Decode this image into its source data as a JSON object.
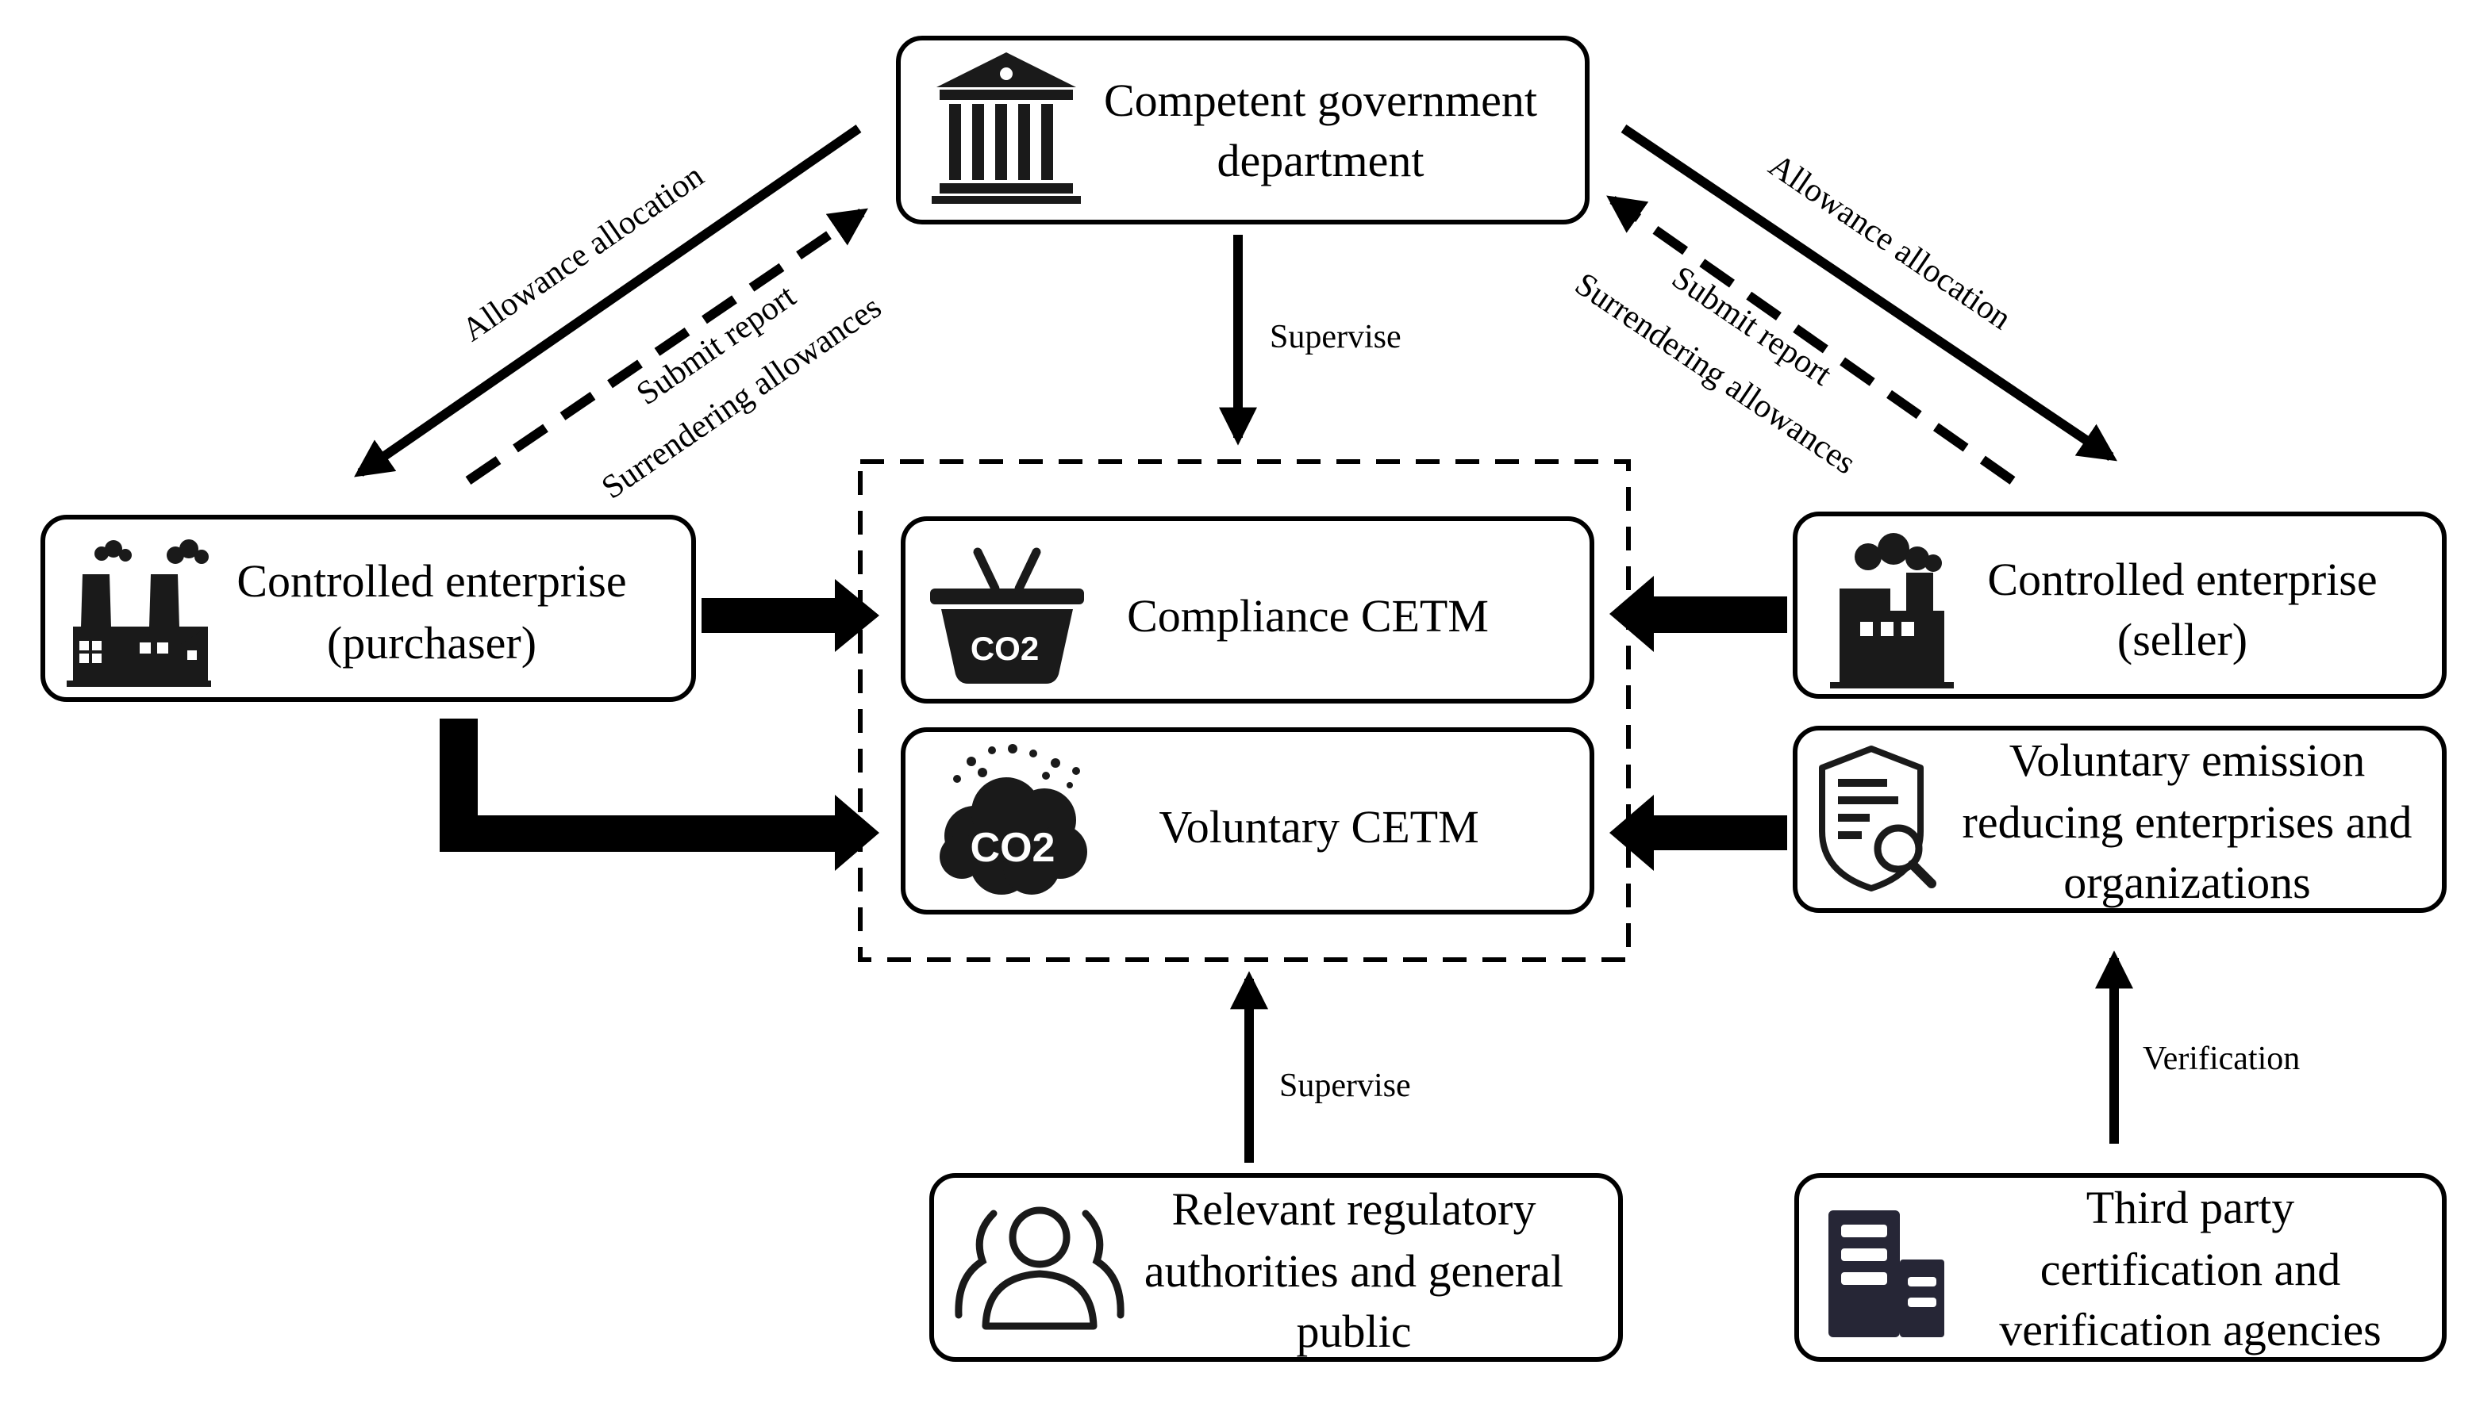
{
  "boxes": {
    "government": {
      "line1": "Competent government",
      "line2": "department",
      "icon": "government-building-icon"
    },
    "purchaser": {
      "line1": "Controlled enterprise",
      "line2": "(purchaser)",
      "icon": "factory-icon"
    },
    "seller": {
      "line1": "Controlled enterprise",
      "line2": "(seller)",
      "icon": "factory-icon"
    },
    "compliance": {
      "label": "Compliance CETM",
      "icon": "co2-basket-icon"
    },
    "voluntary": {
      "label": "Voluntary CETM",
      "icon": "co2-cloud-icon"
    },
    "voluntary_orgs": {
      "line1": "Voluntary emission",
      "line2": "reducing enterprises and",
      "line3": "organizations",
      "icon": "document-search-icon"
    },
    "regulatory": {
      "line1": "Relevant regulatory",
      "line2": "authorities and general",
      "line3": "public",
      "icon": "people-group-icon"
    },
    "third_party": {
      "line1": "Third party",
      "line2": "certification and",
      "line3": "verification agencies",
      "icon": "office-building-icon"
    }
  },
  "labels": {
    "allowance_left": "Allowance allocation",
    "submit_left": "Submit report",
    "surrender_left": "Surrendering allowances",
    "allowance_right": "Allowance allocation",
    "submit_right": "Submit report",
    "surrender_right": "Surrendering allowances",
    "supervise_top": "Supervise",
    "supervise_bottom": "Supervise",
    "verification": "Verification"
  },
  "icon_texts": {
    "basket": "CO2",
    "cloud": "CO2"
  }
}
